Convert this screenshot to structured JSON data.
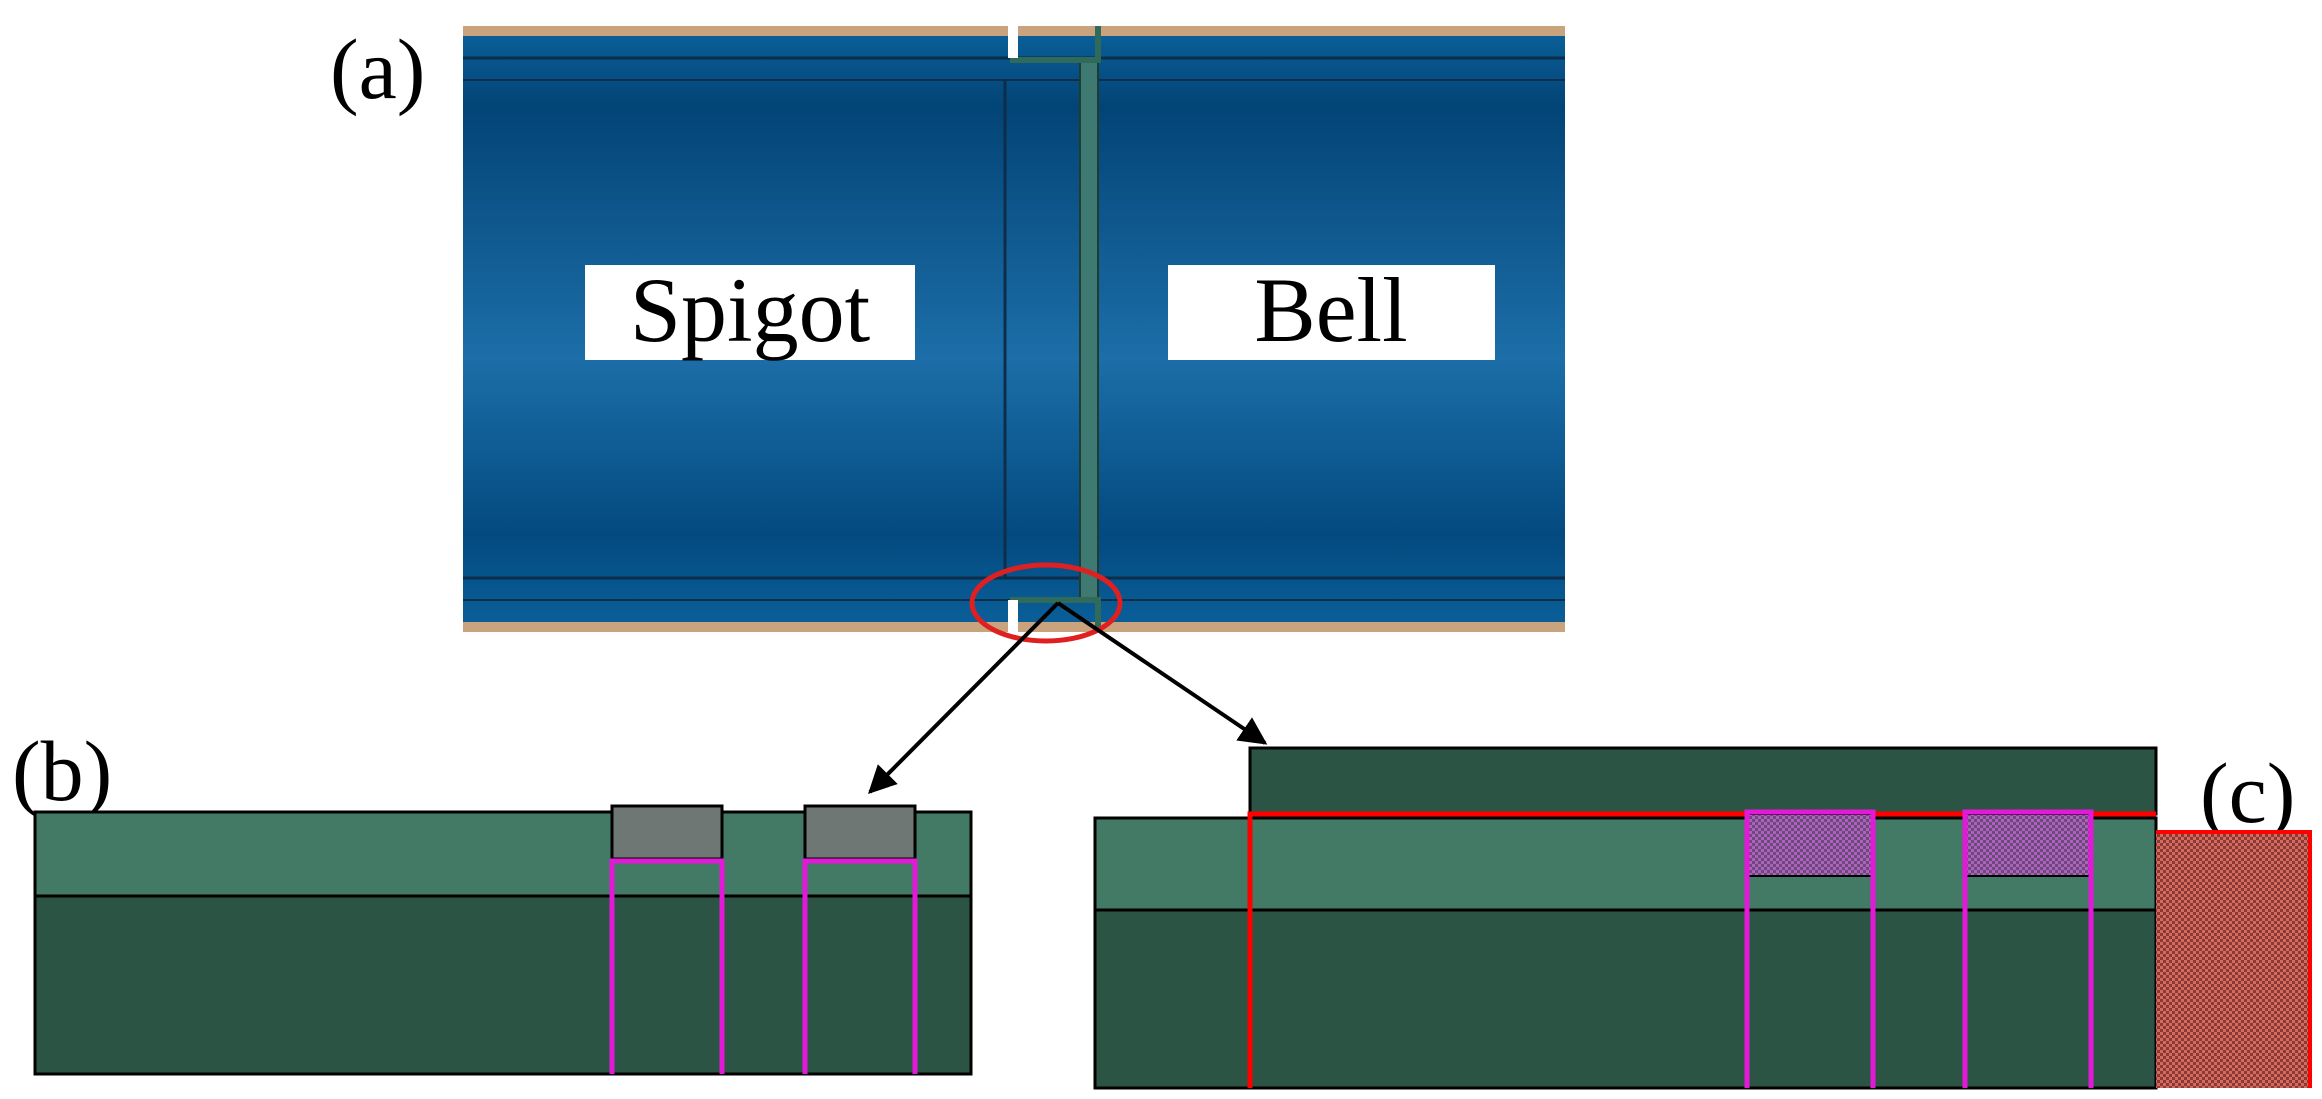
{
  "panels": {
    "a": {
      "label": "(a)"
    },
    "b": {
      "label": "(b)"
    },
    "c": {
      "label": "(c)"
    }
  },
  "pipe": {
    "spigot_label": "Spigot",
    "bell_label": "Bell"
  },
  "colors": {
    "pipe_blue": "#0a5a94",
    "pipe_dark": "#06406e",
    "coating_brown": "#c9a27e",
    "soil_light": "#427a66",
    "soil_dark": "#2c5445",
    "gasket_gray": "#6f7775",
    "gasket_outline": "#e21ad8",
    "bell_outline": "#ff0000",
    "soil_red": "#c0564a",
    "callout_red": "#e02020"
  }
}
